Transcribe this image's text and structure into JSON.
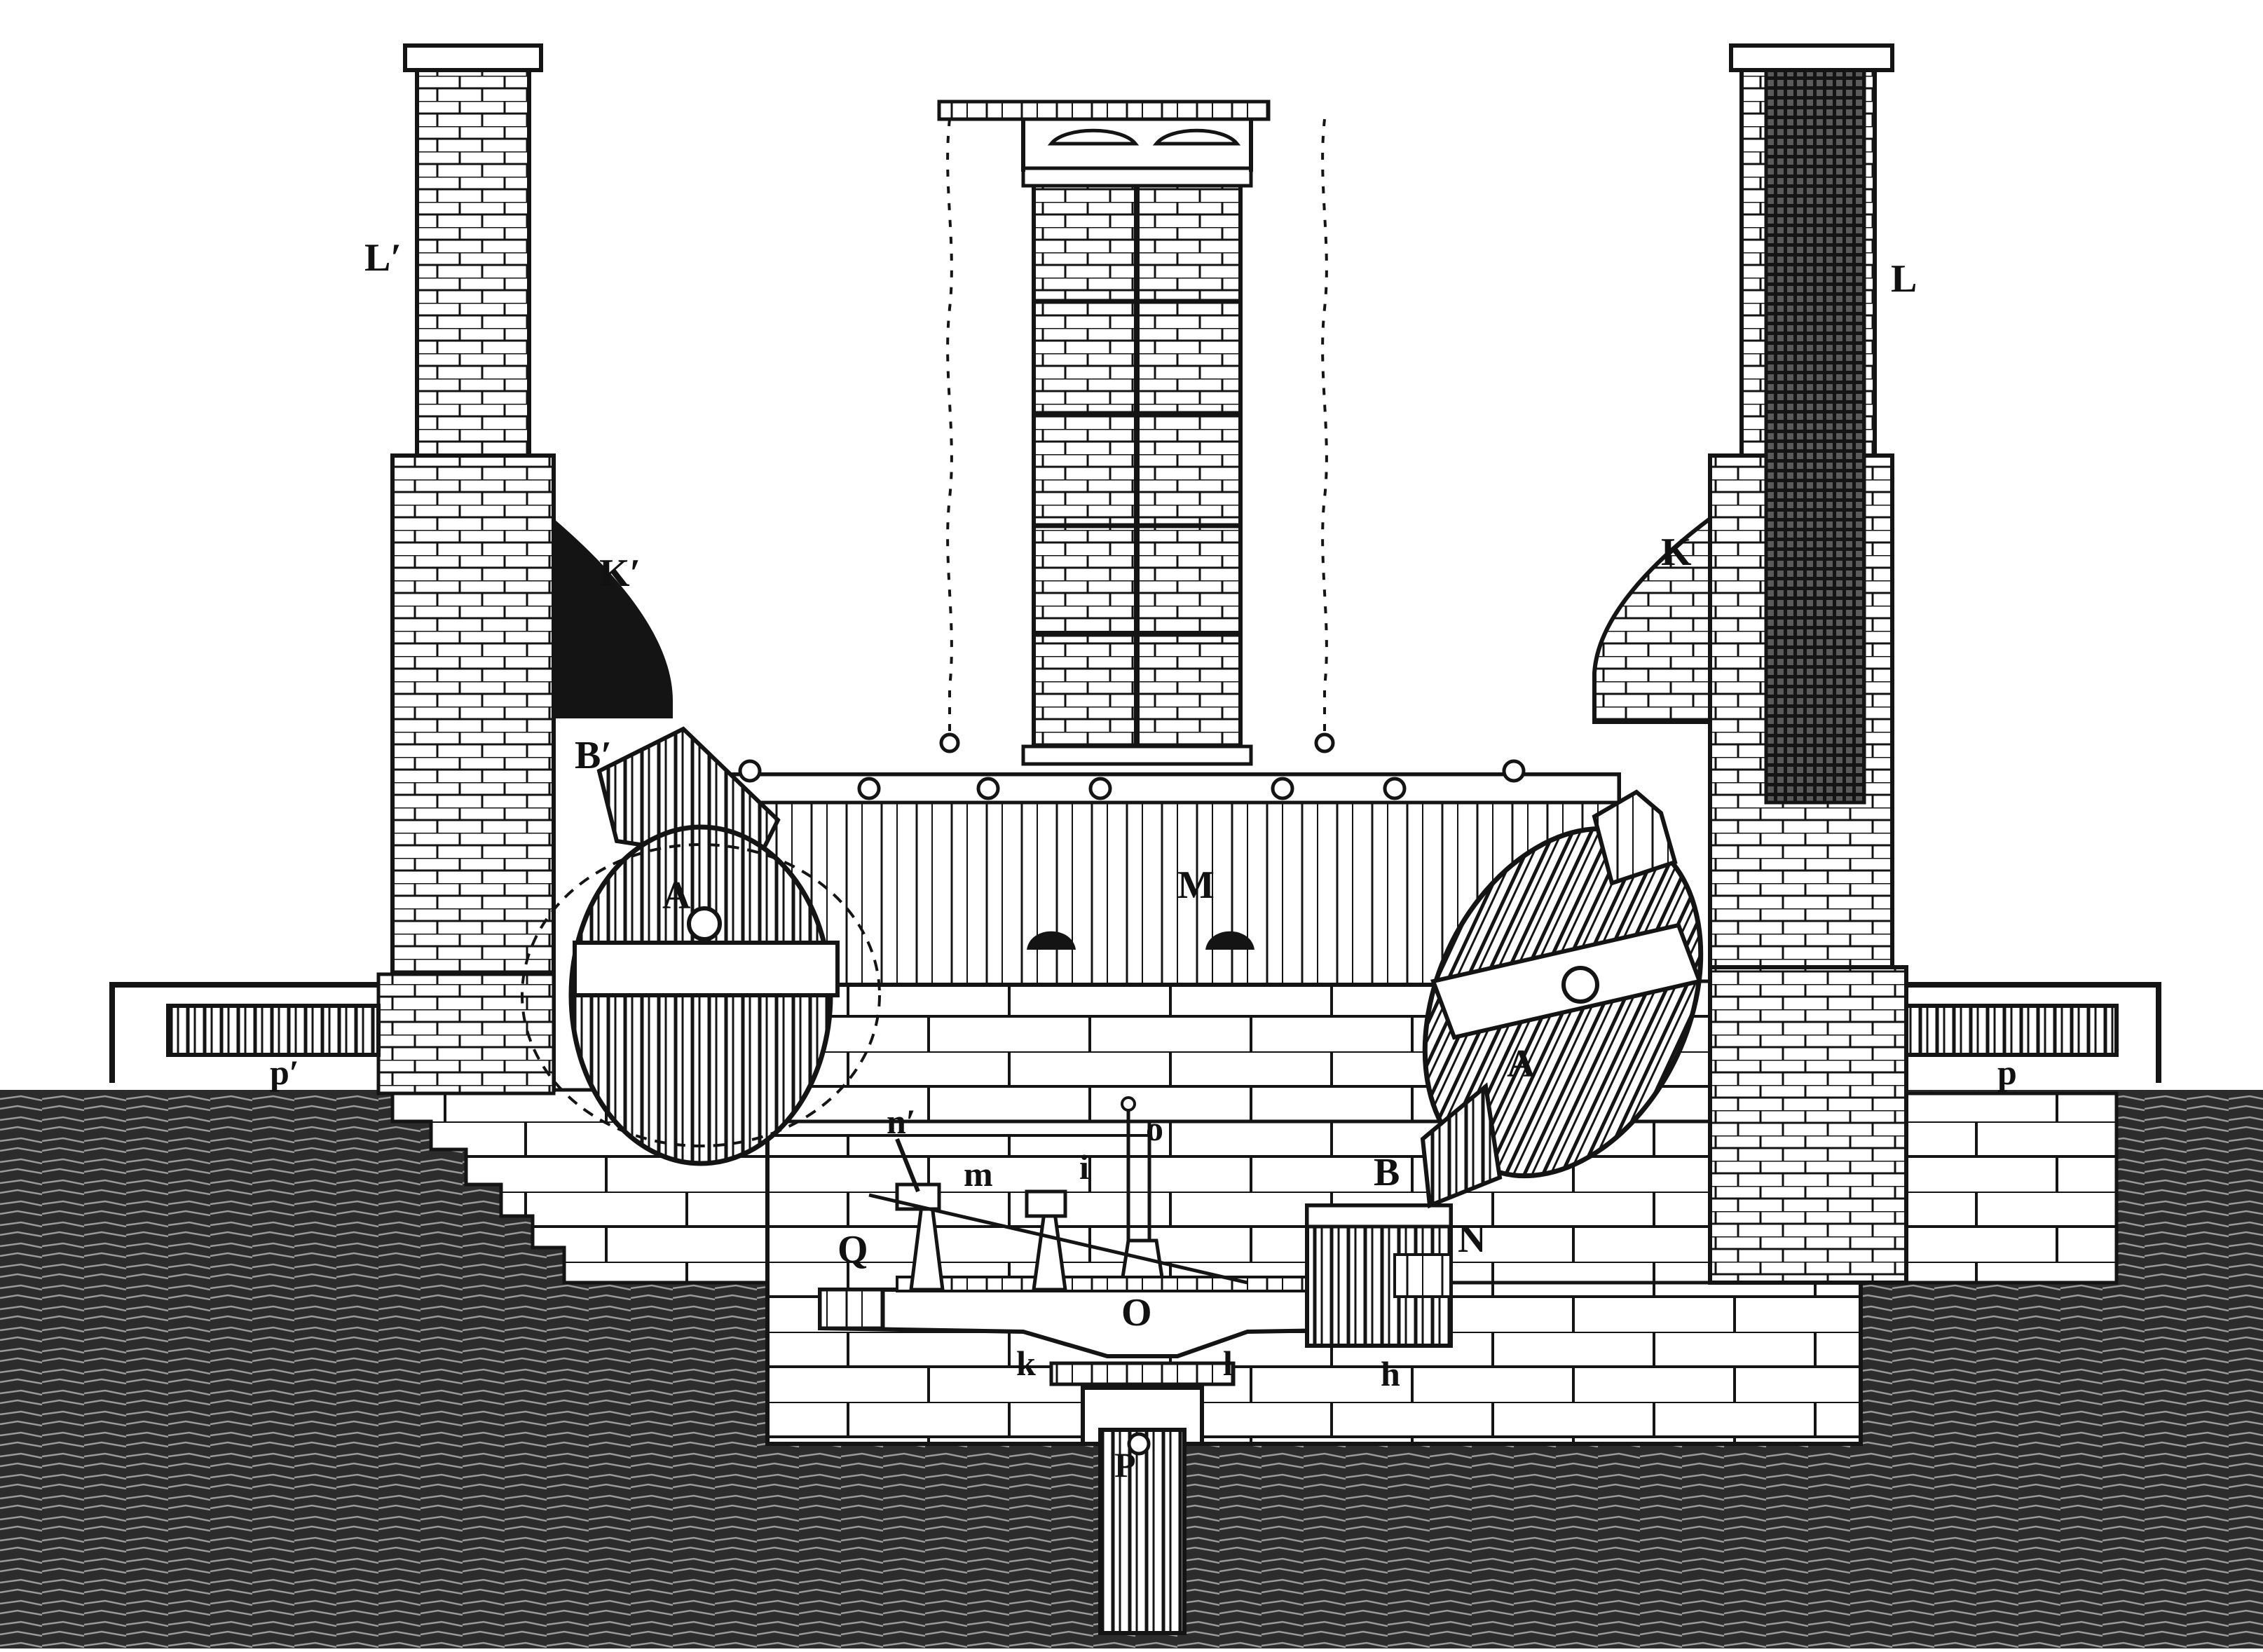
{
  "colors": {
    "ink": "#141414",
    "paper": "#ffffff"
  },
  "labels": {
    "L_prime": "L′",
    "L": "L",
    "K_prime": "K′",
    "K": "K",
    "B_prime": "B′",
    "A_left": "A",
    "M": "M",
    "A_right": "A",
    "B": "B",
    "p_prime": "p′",
    "p": "p",
    "n_prime": "n′",
    "m": "m",
    "i": "i",
    "o": "o",
    "Q": "Q",
    "N": "N",
    "O": "O",
    "k": "k",
    "l": "l",
    "h": "h",
    "P": "P"
  }
}
